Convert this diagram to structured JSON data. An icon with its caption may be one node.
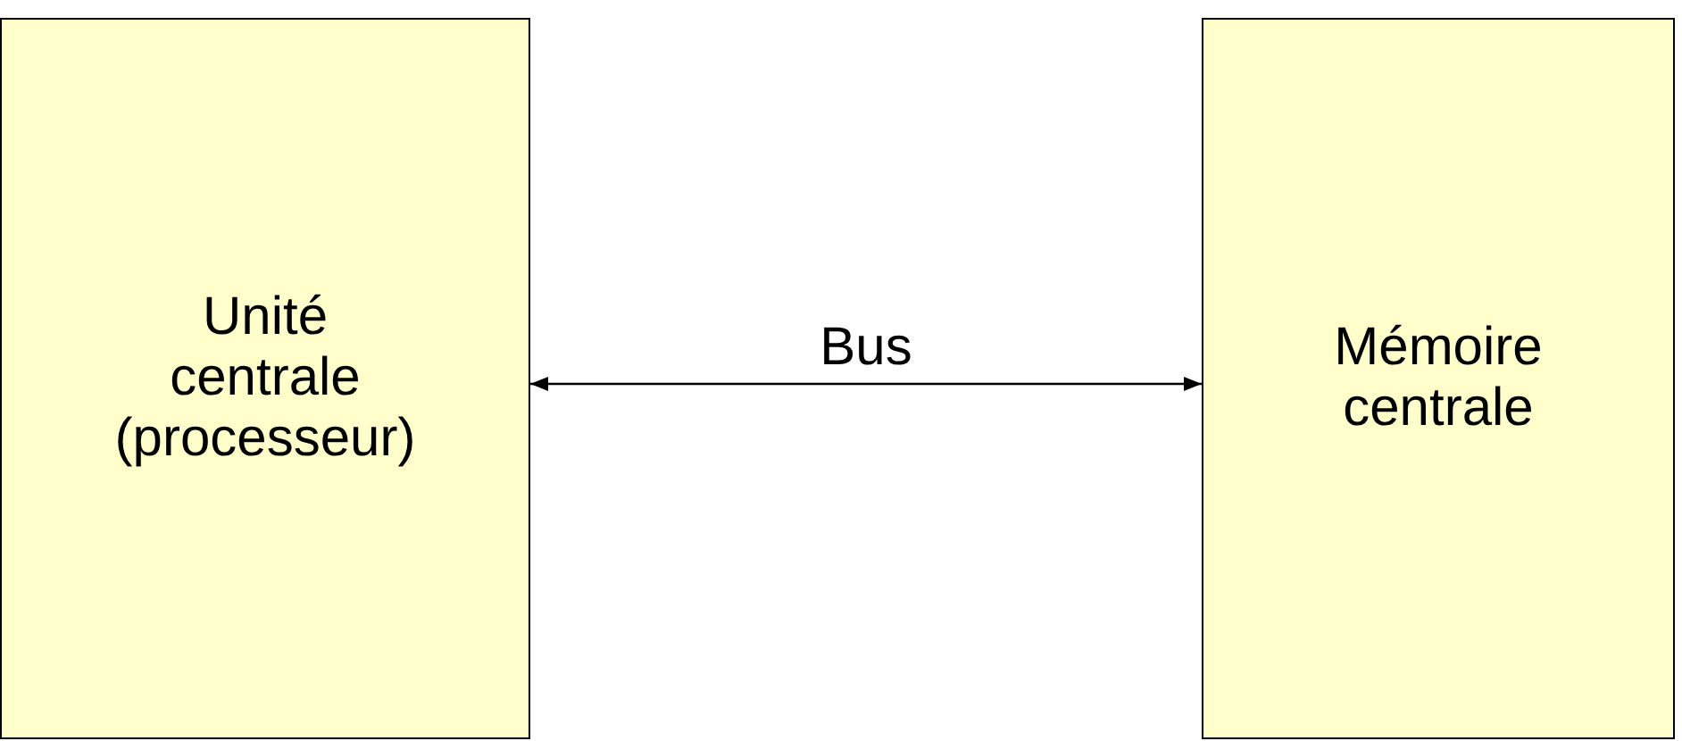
{
  "diagram": {
    "nodes": [
      {
        "text": [
          "Unité centrale (processeur)"
        ]
      },
      {
        "text": [
          "Mémoire centrale"
        ]
      }
    ],
    "edges": [
      {
        "from": 0,
        "to": 1,
        "arrow": "both",
        "label": "Bus"
      }
    ]
  }
}
